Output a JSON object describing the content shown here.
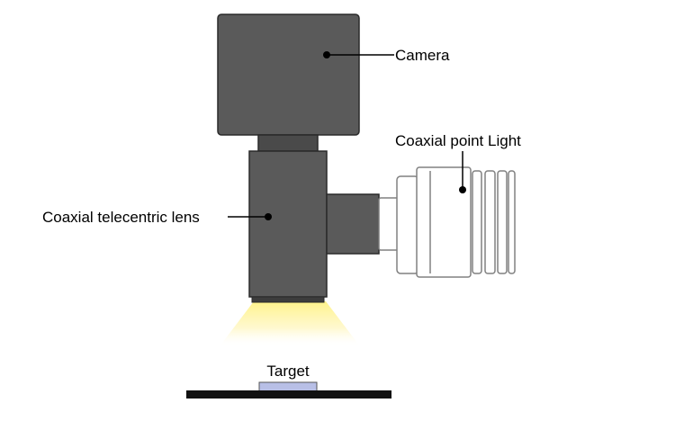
{
  "labels": {
    "camera": "Camera",
    "light": "Coaxial point Light",
    "lens": "Coaxial telecentric lens",
    "target": "Target"
  },
  "colors": {
    "body": "#5a5a5a",
    "body_dark": "#3c3c3c",
    "outline": "#2a2a2a",
    "light_housing": "#ffffff",
    "light_outline": "#808080",
    "beam": "#fff6b0",
    "target": "#b8bfe6",
    "stage": "#111111"
  }
}
